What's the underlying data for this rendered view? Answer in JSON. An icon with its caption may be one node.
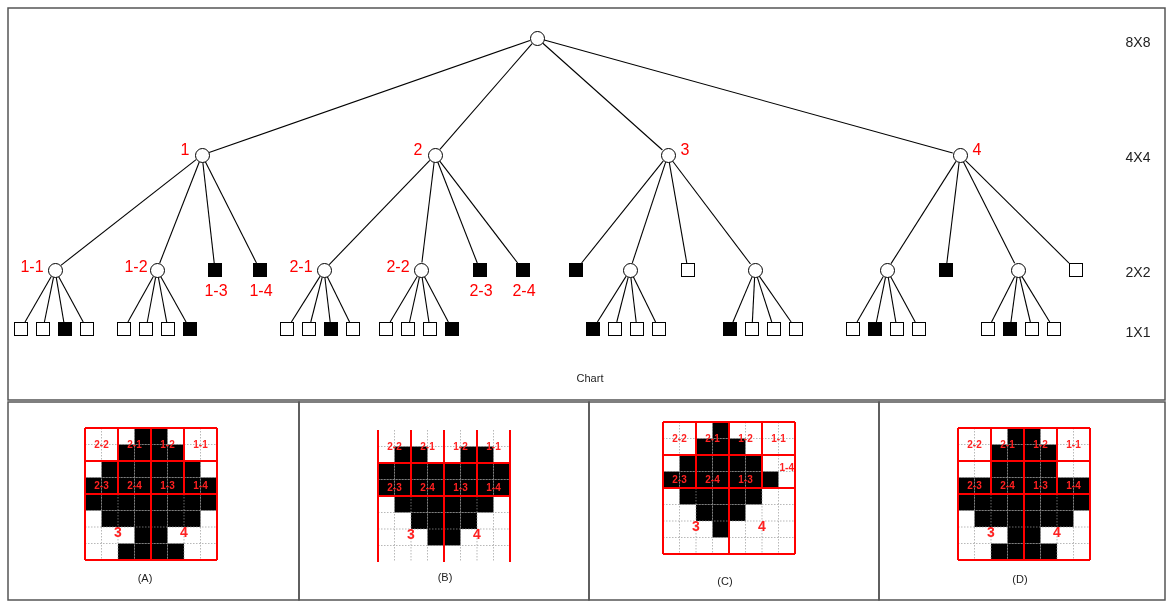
{
  "diagram": {
    "nodes": [
      {
        "text": [],
        "shape": "circle"
      },
      {
        "text": [],
        "shape": "circle",
        "beside": [
          "1"
        ]
      },
      {
        "text": [],
        "shape": "circle",
        "beside": [
          "2"
        ]
      },
      {
        "text": [],
        "shape": "circle",
        "beside": [
          "3"
        ]
      },
      {
        "text": [],
        "shape": "circle",
        "beside": [
          "4"
        ]
      },
      {
        "text": [],
        "shape": "circle",
        "beside": [
          "1-1"
        ]
      },
      {
        "text": [],
        "shape": "circle",
        "beside": [
          "1-2"
        ]
      },
      {
        "text": [],
        "shape": "block",
        "beside": [
          "1-3"
        ]
      },
      {
        "text": [],
        "shape": "block",
        "beside": [
          "1-4"
        ]
      },
      {
        "text": [],
        "shape": "circle",
        "beside": [
          "2-1"
        ]
      },
      {
        "text": [],
        "shape": "circle",
        "beside": [
          "2-2"
        ]
      },
      {
        "text": [],
        "shape": "block",
        "beside": [
          "2-3"
        ]
      },
      {
        "text": [],
        "shape": "block",
        "beside": [
          "2-4"
        ]
      },
      {
        "text": [],
        "shape": "block"
      },
      {
        "text": [],
        "shape": "circle"
      },
      {
        "text": [],
        "shape": "square"
      },
      {
        "text": [],
        "shape": "circle"
      },
      {
        "text": [],
        "shape": "circle"
      },
      {
        "text": [],
        "shape": "block"
      },
      {
        "text": [],
        "shape": "circle"
      },
      {
        "text": [],
        "shape": "square"
      },
      {
        "text": [],
        "shape": "square"
      },
      {
        "text": [],
        "shape": "square"
      },
      {
        "text": [],
        "shape": "block"
      },
      {
        "text": [],
        "shape": "square"
      },
      {
        "text": [],
        "shape": "square"
      },
      {
        "text": [],
        "shape": "square"
      },
      {
        "text": [],
        "shape": "square"
      },
      {
        "text": [],
        "shape": "block"
      },
      {
        "text": [],
        "shape": "square"
      },
      {
        "text": [],
        "shape": "square"
      },
      {
        "text": [],
        "shape": "block"
      },
      {
        "text": [],
        "shape": "square"
      },
      {
        "text": [],
        "shape": "square"
      },
      {
        "text": [],
        "shape": "square"
      },
      {
        "text": [],
        "shape": "square"
      },
      {
        "text": [],
        "shape": "block"
      },
      {
        "text": [],
        "shape": "block"
      },
      {
        "text": [],
        "shape": "square"
      },
      {
        "text": [],
        "shape": "square"
      },
      {
        "text": [],
        "shape": "square"
      },
      {
        "text": [],
        "shape": "block"
      },
      {
        "text": [],
        "shape": "square"
      },
      {
        "text": [],
        "shape": "square"
      },
      {
        "text": [],
        "shape": "square"
      },
      {
        "text": [],
        "shape": "square"
      },
      {
        "text": [],
        "shape": "block"
      },
      {
        "text": [],
        "shape": "square"
      },
      {
        "text": [],
        "shape": "square"
      },
      {
        "text": [],
        "shape": "square"
      },
      {
        "text": [],
        "shape": "block"
      },
      {
        "text": [],
        "shape": "square"
      },
      {
        "text": [],
        "shape": "square"
      }
    ],
    "edges": [
      {
        "from": 0,
        "to": 1,
        "arrow": "none"
      },
      {
        "from": 0,
        "to": 2,
        "arrow": "none"
      },
      {
        "from": 0,
        "to": 3,
        "arrow": "none"
      },
      {
        "from": 0,
        "to": 4,
        "arrow": "none"
      },
      {
        "from": 1,
        "to": 5,
        "arrow": "none"
      },
      {
        "from": 1,
        "to": 6,
        "arrow": "none"
      },
      {
        "from": 1,
        "to": 7,
        "arrow": "none"
      },
      {
        "from": 1,
        "to": 8,
        "arrow": "none"
      },
      {
        "from": 2,
        "to": 9,
        "arrow": "none"
      },
      {
        "from": 2,
        "to": 10,
        "arrow": "none"
      },
      {
        "from": 2,
        "to": 11,
        "arrow": "none"
      },
      {
        "from": 2,
        "to": 12,
        "arrow": "none"
      },
      {
        "from": 3,
        "to": 13,
        "arrow": "none"
      },
      {
        "from": 3,
        "to": 14,
        "arrow": "none"
      },
      {
        "from": 3,
        "to": 15,
        "arrow": "none"
      },
      {
        "from": 3,
        "to": 16,
        "arrow": "none"
      },
      {
        "from": 4,
        "to": 17,
        "arrow": "none"
      },
      {
        "from": 4,
        "to": 18,
        "arrow": "none"
      },
      {
        "from": 4,
        "to": 19,
        "arrow": "none"
      },
      {
        "from": 4,
        "to": 20,
        "arrow": "none"
      },
      {
        "from": 5,
        "to": 21,
        "arrow": "none"
      },
      {
        "from": 5,
        "to": 22,
        "arrow": "none"
      },
      {
        "from": 5,
        "to": 23,
        "arrow": "none"
      },
      {
        "from": 5,
        "to": 24,
        "arrow": "none"
      },
      {
        "from": 6,
        "to": 25,
        "arrow": "none"
      },
      {
        "from": 6,
        "to": 26,
        "arrow": "none"
      },
      {
        "from": 6,
        "to": 27,
        "arrow": "none"
      },
      {
        "from": 6,
        "to": 28,
        "arrow": "none"
      },
      {
        "from": 9,
        "to": 29,
        "arrow": "none"
      },
      {
        "from": 9,
        "to": 30,
        "arrow": "none"
      },
      {
        "from": 9,
        "to": 31,
        "arrow": "none"
      },
      {
        "from": 9,
        "to": 32,
        "arrow": "none"
      },
      {
        "from": 10,
        "to": 33,
        "arrow": "none"
      },
      {
        "from": 10,
        "to": 34,
        "arrow": "none"
      },
      {
        "from": 10,
        "to": 35,
        "arrow": "none"
      },
      {
        "from": 10,
        "to": 36,
        "arrow": "none"
      },
      {
        "from": 14,
        "to": 37,
        "arrow": "none"
      },
      {
        "from": 14,
        "to": 38,
        "arrow": "none"
      },
      {
        "from": 14,
        "to": 39,
        "arrow": "none"
      },
      {
        "from": 14,
        "to": 40,
        "arrow": "none"
      },
      {
        "from": 16,
        "to": 41,
        "arrow": "none"
      },
      {
        "from": 16,
        "to": 42,
        "arrow": "none"
      },
      {
        "from": 16,
        "to": 43,
        "arrow": "none"
      },
      {
        "from": 16,
        "to": 44,
        "arrow": "none"
      },
      {
        "from": 17,
        "to": 45,
        "arrow": "none"
      },
      {
        "from": 17,
        "to": 46,
        "arrow": "none"
      },
      {
        "from": 17,
        "to": 47,
        "arrow": "none"
      },
      {
        "from": 17,
        "to": 48,
        "arrow": "none"
      },
      {
        "from": 19,
        "to": 49,
        "arrow": "none"
      },
      {
        "from": 19,
        "to": 50,
        "arrow": "none"
      },
      {
        "from": 19,
        "to": 51,
        "arrow": "none"
      },
      {
        "from": 19,
        "to": 52,
        "arrow": "none"
      }
    ],
    "labels": [
      "8X8",
      "4X4",
      "2X2",
      "1X1",
      "Chart",
      "2-2",
      "2-1",
      "1-2",
      "1-1",
      "2-3",
      "2-4",
      "1-3",
      "1-4",
      "3",
      "4",
      "(A)",
      "2-2",
      "2-1",
      "1-2",
      "1-1",
      "2-3",
      "2-4",
      "1-3",
      "1-4",
      "3",
      "4",
      "(B)",
      "2-2",
      "2-1",
      "1-2",
      "1-1",
      "2-3",
      "2-4",
      "1-3",
      "1-4",
      "3",
      "4",
      "(C)",
      "2-2",
      "2-1",
      "1-2",
      "1-1",
      "2-3",
      "2-4",
      "1-3",
      "1-4",
      "3",
      "4",
      "(D)"
    ]
  }
}
